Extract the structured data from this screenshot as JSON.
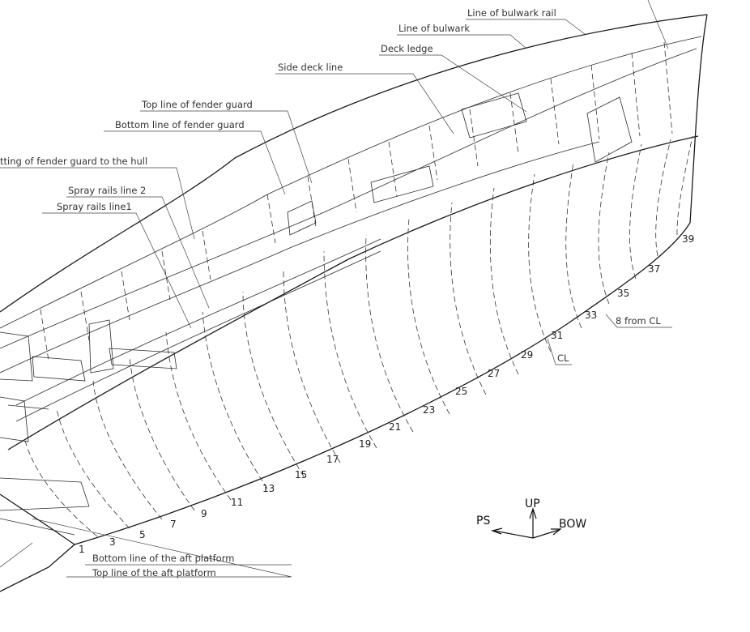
{
  "callouts": [
    {
      "id": "line-of-bulwark-rail",
      "text": "Line of bulwark rail"
    },
    {
      "id": "line-of-bulwark",
      "text": "Line of bulwark"
    },
    {
      "id": "deck-ledge",
      "text": "Deck ledge"
    },
    {
      "id": "side-deck-line",
      "text": "Side deck line"
    },
    {
      "id": "top-line-fender-guard",
      "text": "Top line of fender guard"
    },
    {
      "id": "bottom-line-fender-guard",
      "text": "Bottom line of fender guard"
    },
    {
      "id": "fitting-fender-guard",
      "text": "tting of fender guard to the hull"
    },
    {
      "id": "spray-rails-line-2",
      "text": "Spray rails line  2"
    },
    {
      "id": "spray-rails-line-1",
      "text": "Spray rails line1"
    },
    {
      "id": "bottom-line-aft-platform",
      "text": "Bottom line of the aft platform"
    },
    {
      "id": "top-line-aft-platform",
      "text": "Top line of the aft platform"
    },
    {
      "id": "eight-from-cl",
      "text": "8  from CL"
    },
    {
      "id": "cl",
      "text": "CL"
    }
  ],
  "frame_numbers": [
    "1",
    "3",
    "5",
    "7",
    "9",
    "11",
    "13",
    "15",
    "17",
    "19",
    "21",
    "23",
    "25",
    "27",
    "29",
    "31",
    "33",
    "35",
    "37",
    "39"
  ],
  "orientation": {
    "up": "UP",
    "port_side": "PS",
    "bow": "BOW"
  }
}
